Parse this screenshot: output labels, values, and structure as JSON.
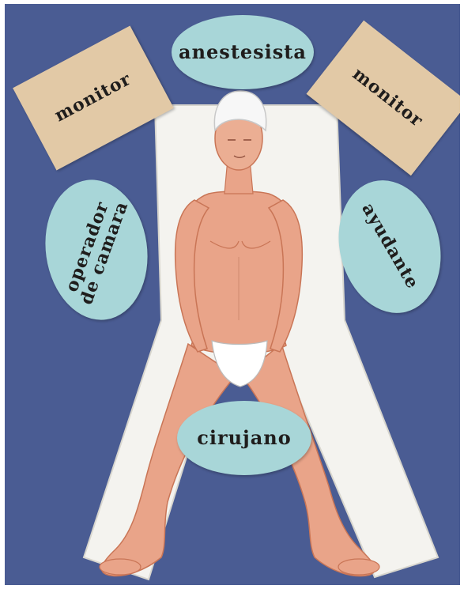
{
  "diagram": {
    "board_color": "#4a5c93",
    "drape_color": "#f4f3ef",
    "oval_color": "#a8d6d8",
    "card_color": "#e2c9a6",
    "skin_color": "#e9a489",
    "labels": {
      "anesthetist": "anestesista",
      "monitor_left": "monitor",
      "monitor_right": "monitor",
      "camera_operator_line1": "operador",
      "camera_operator_line2": "de camara",
      "assistant": "ayudante",
      "surgeon": "cirujano"
    }
  }
}
